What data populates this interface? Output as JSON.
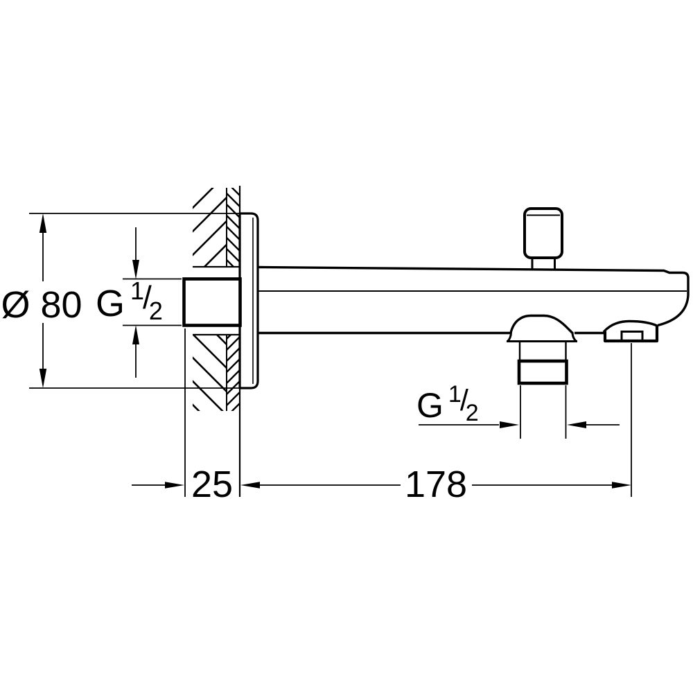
{
  "figure": {
    "background": "#ffffff",
    "line_color": "#000000"
  },
  "labels": {
    "flange_diameter": "Ø 80",
    "wall_offset": "25",
    "spout_length": "178",
    "inlet_thread": {
      "letter": "G",
      "numerator": "1",
      "slash": "/",
      "denominator": "2"
    },
    "outlet_thread": {
      "letter": "G",
      "numerator": "1",
      "slash": "/",
      "denominator": "2"
    }
  }
}
